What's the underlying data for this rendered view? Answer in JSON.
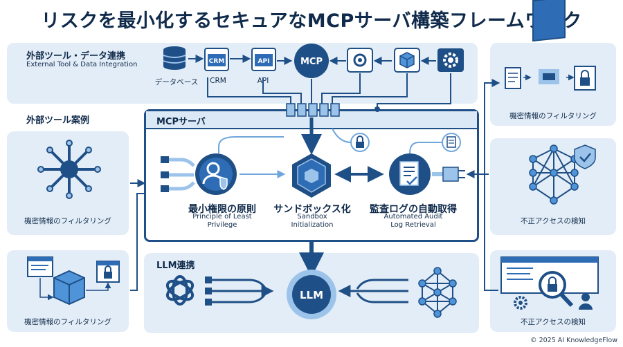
{
  "title": "リスクを最小化するセキュアなMCPサーバ構築フレームワーク",
  "external": {
    "title_jp": "外部ツール・データ連携",
    "title_en": "External Tool & Data Integration",
    "icons": {
      "db": "データベース",
      "crm": "CRM",
      "crm_icon_text": "CRM",
      "api": "API",
      "api_icon_text": "API",
      "mcp": "MCP"
    }
  },
  "examples": {
    "title": "外部ツール案例"
  },
  "server": {
    "title": "MCPサーバ",
    "least_priv_jp": "最小権限の原則",
    "least_priv_en1": "Principle of Least",
    "least_priv_en2": "Privilege",
    "sandbox_jp": "サンドボックス化",
    "sandbox_en1": "Sandbox",
    "sandbox_en2": "Initialization",
    "audit_jp": "監査ログの自動取得",
    "audit_en1": "Automated Audit",
    "audit_en2": "Log Retrieval"
  },
  "llm": {
    "title": "LLM連携",
    "center": "LLM"
  },
  "left_cards": {
    "top": "機密情報のフィルタリング",
    "bottom": "機密情報のフィルタリング"
  },
  "right_cards": {
    "top": "機密情報のフィルタリング",
    "middle": "不正アクセスの検知",
    "bottom": "不正アクセスの検知"
  },
  "footer": "© 2025 AI KnowledgeFlow",
  "colors": {
    "navy": "#1e4f86",
    "dark": "#0f2a4a",
    "light": "#e3edf7",
    "mid": "#9cc3ea",
    "accent": "#2e6db5"
  }
}
